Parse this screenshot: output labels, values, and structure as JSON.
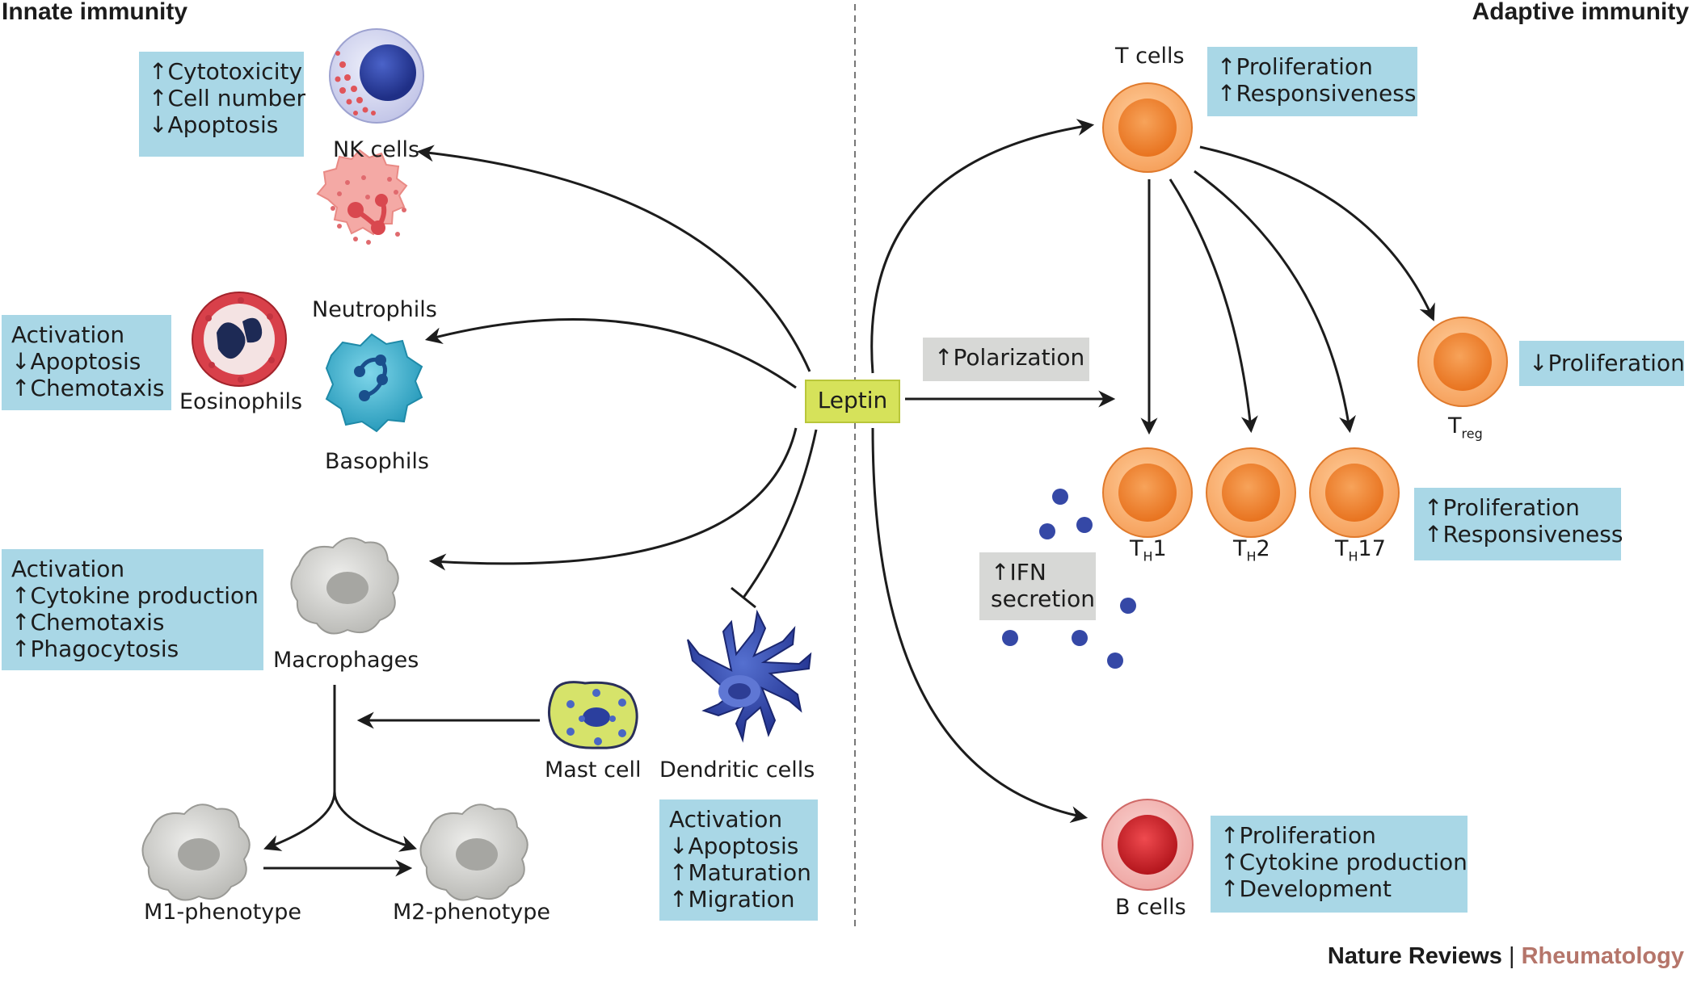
{
  "headings": {
    "innate": "Innate immunity",
    "adaptive": "Adaptive immunity"
  },
  "center": {
    "label": "Leptin"
  },
  "arrow_symbols": {
    "up": "↑",
    "down": "↓"
  },
  "cells": {
    "nk": "NK cells",
    "neutrophils": "Neutrophils",
    "eosinophils": "Eosinophils",
    "basophils": "Basophils",
    "macrophages": "Macrophages",
    "mast": "Mast cell",
    "dendritic": "Dendritic cells",
    "m1": "M1-phenotype",
    "m2": "M2-phenotype",
    "tcells": "T cells",
    "bcells": "B cells",
    "treg": {
      "main": "T",
      "sub": "reg"
    },
    "th1": {
      "main": "T",
      "sub": "H",
      "suffix": "1"
    },
    "th2": {
      "main": "T",
      "sub": "H",
      "suffix": "2"
    },
    "th17": {
      "main": "T",
      "sub": "H",
      "suffix": "17"
    }
  },
  "boxes": {
    "nk": [
      "Cytotoxicity",
      "Cell number",
      "Apoptosis"
    ],
    "granulocytes": [
      "Activation",
      "Apoptosis",
      "Chemotaxis"
    ],
    "macrophages": [
      "Activation",
      "Cytokine production",
      "Chemotaxis",
      "Phagocytosis"
    ],
    "dendritic": [
      "Activation",
      "Apoptosis",
      "Maturation",
      "Migration"
    ],
    "tcells": [
      "Proliferation",
      "Responsiveness"
    ],
    "treg": [
      "Proliferation"
    ],
    "th": [
      "Proliferation",
      "Responsiveness"
    ],
    "bcells": [
      "Proliferation",
      "Cytokine production",
      "Development"
    ],
    "polarization": "Polarization",
    "ifn": [
      "IFN",
      "secretion"
    ]
  },
  "footer": {
    "journal": "Nature Reviews",
    "separator": "|",
    "section": "Rheumatology"
  },
  "colors": {
    "info_box": "#a9d7e6",
    "grey_box": "#d7d8d6",
    "leptin": "#d6e25a",
    "t_cell": "#f08a3c",
    "b_cell": "#d8242a",
    "dendritic": "#2f3f9a",
    "footer_accent": "#b5756a"
  }
}
